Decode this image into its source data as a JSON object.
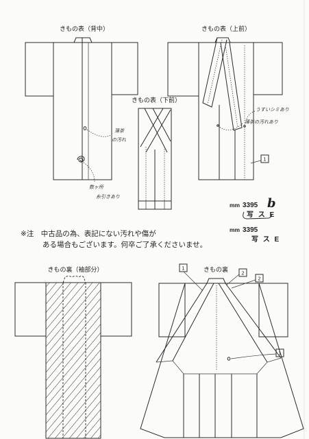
{
  "labels": {
    "back": "きもの表（背中）",
    "upper_front": "きもの表（上前）",
    "lower_front": "きもの表（下前）",
    "lining_sleeve": "きもの裏（袖部分）",
    "lining": "きもの裏"
  },
  "annotations": {
    "back_stain": [
      "薄茶",
      "の汚れ"
    ],
    "back_threads": [
      "数ヶ所",
      "糸引きあり"
    ],
    "front_faint_stain": "うすいシミあり",
    "front_brown_stain": "薄茶の汚れあり",
    "front_box": "1",
    "lining_boxes": [
      "1",
      "2",
      "2",
      "1"
    ]
  },
  "codes": [
    {
      "unit": "mm",
      "number": "3395",
      "handwritten": "b",
      "marks": "写 ス E"
    },
    {
      "unit": "mm",
      "number": "3395",
      "marks": "写 ス E"
    }
  ],
  "notice": [
    "※注　中古品の為、表記にない汚れや傷が",
    "ある場合もございます。何卒ご了承くださいませ。"
  ],
  "colors": {
    "ink": "#2b2b2b",
    "paper": "#fbfbfa"
  }
}
